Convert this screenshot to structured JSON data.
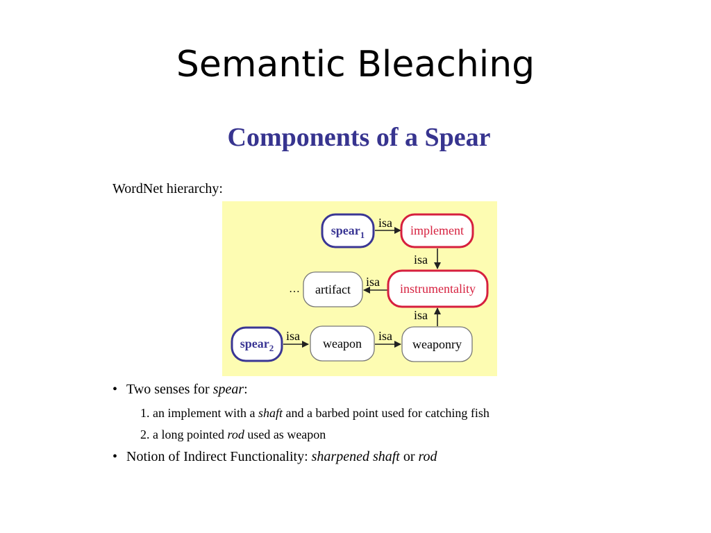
{
  "slide": {
    "title": "Semantic Bleaching",
    "subtitle": "Components of a Spear",
    "intro": "WordNet hierarchy:"
  },
  "diagram": {
    "background": "#fdfcb2",
    "colors": {
      "blue": "#3a3694",
      "red": "#d61f3e",
      "black": "#222222"
    },
    "nodes": {
      "spear1": {
        "base": "spear",
        "sub": "1"
      },
      "implement": "implement",
      "artifact": "artifact",
      "instrumentality": "instrumentality",
      "spear2": {
        "base": "spear",
        "sub": "2"
      },
      "weapon": "weapon",
      "weaponry": "weaponry",
      "ellipsis": "…"
    },
    "edge_label": "isa"
  },
  "bullets": [
    {
      "parts": [
        {
          "t": "Two senses for ",
          "i": false
        },
        {
          "t": "spear",
          "i": true
        },
        {
          "t": ":",
          "i": false
        }
      ],
      "subitems": [
        {
          "parts": [
            {
              "t": "1. an implement with a ",
              "i": false
            },
            {
              "t": "shaft",
              "i": true
            },
            {
              "t": " and a barbed point used for catching fish",
              "i": false
            }
          ]
        },
        {
          "parts": [
            {
              "t": "2. a long pointed ",
              "i": false
            },
            {
              "t": "rod",
              "i": true
            },
            {
              "t": " used as weapon",
              "i": false
            }
          ]
        }
      ]
    },
    {
      "parts": [
        {
          "t": "Notion of Indirect Functionality: ",
          "i": false
        },
        {
          "t": "sharpened shaft",
          "i": true
        },
        {
          "t": " or ",
          "i": false
        },
        {
          "t": "rod",
          "i": true
        }
      ],
      "subitems": []
    }
  ],
  "bullet_symbol": "•"
}
